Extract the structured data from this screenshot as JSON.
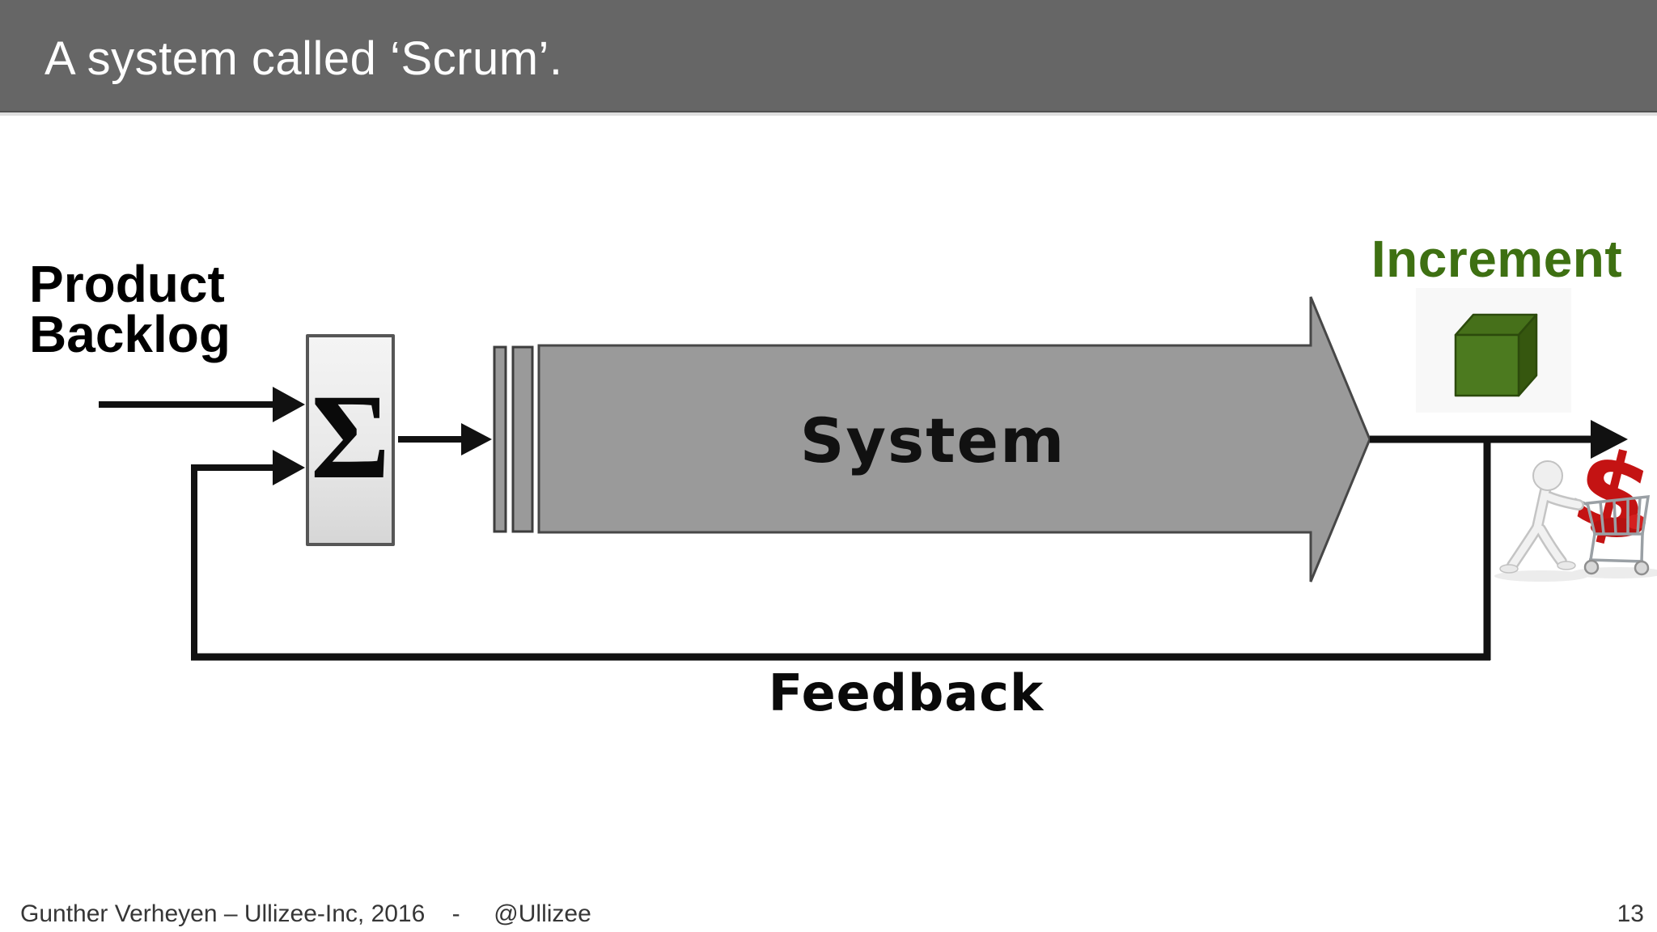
{
  "slide": {
    "title": "A system called ‘Scrum’.",
    "footer_credit": "Gunther Verheyen – Ullizee-Inc, 2016    -     @Ullizee",
    "page_number": "13"
  },
  "diagram": {
    "product_backlog": {
      "line1": "Product",
      "line2": "Backlog"
    },
    "sum_symbol": "Σ",
    "system_label": "System",
    "feedback_label": "Feedback",
    "increment_label": "Increment",
    "cart_dollar_symbol": "$"
  },
  "colors": {
    "title_bar_bg": "#666666",
    "title_text": "#ffffff",
    "block_gray": "#9a9a9a",
    "block_border": "#474747",
    "line_black": "#111111",
    "increment_green": "#3e7012",
    "cube_front": "#4c7a1f",
    "cube_top": "#46701a",
    "cube_right": "#36570f",
    "dollar_red": "#c41313"
  },
  "icons": {
    "cube": "green-3d-cube",
    "cart": "figure-pushing-shopping-cart-with-dollar"
  }
}
